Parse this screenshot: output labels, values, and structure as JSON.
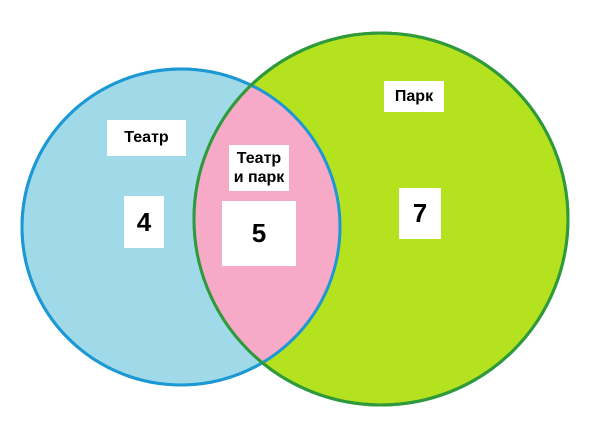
{
  "colors": {
    "theatre_fill": "#a0dae9",
    "theatre_stroke": "#1c98d4",
    "park_fill": "#b5e21f",
    "park_stroke": "#2e9a3c",
    "intersection_fill": "#f7a9c8"
  },
  "sets": {
    "theatre": {
      "label": "Театр",
      "count": "4"
    },
    "park": {
      "label": "Парк",
      "count": "7"
    },
    "both": {
      "label_line1": "Театр",
      "label_line2": "и парк",
      "count": "5"
    }
  }
}
